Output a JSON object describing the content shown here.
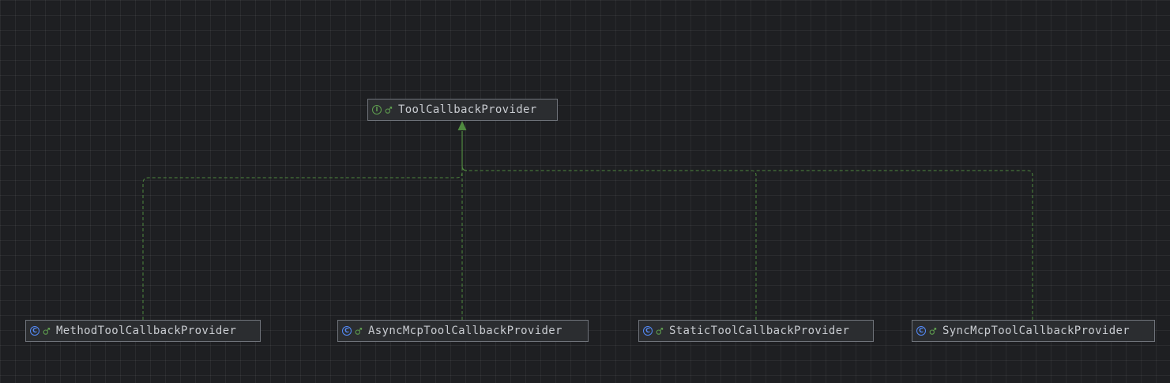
{
  "diagram": {
    "type": "class-hierarchy",
    "colors": {
      "background": "#1e1f22",
      "grid": "#2a2b2e",
      "node_fill": "#2b2d30",
      "node_border": "#6f737a",
      "text": "#c9ccd1",
      "edge": "#4f8a3f",
      "interface_icon": "#5f9e4f",
      "class_icon": "#548af7",
      "visibility_icon": "#5f9e4f"
    },
    "root": {
      "name": "ToolCallbackProvider",
      "kind": "interface",
      "kind_icon": "interface-icon",
      "kind_glyph": "I",
      "visibility_icon": "public-visibility-icon"
    },
    "children": [
      {
        "name": "MethodToolCallbackProvider",
        "kind": "class",
        "kind_icon": "class-icon",
        "kind_glyph": "C",
        "visibility_icon": "public-visibility-icon",
        "relation": "implements"
      },
      {
        "name": "AsyncMcpToolCallbackProvider",
        "kind": "class",
        "kind_icon": "class-icon",
        "kind_glyph": "C",
        "visibility_icon": "public-visibility-icon",
        "relation": "implements"
      },
      {
        "name": "StaticToolCallbackProvider",
        "kind": "class",
        "kind_icon": "class-icon",
        "kind_glyph": "C",
        "visibility_icon": "public-visibility-icon",
        "relation": "implements"
      },
      {
        "name": "SyncMcpToolCallbackProvider",
        "kind": "class",
        "kind_icon": "class-icon",
        "kind_glyph": "C",
        "visibility_icon": "public-visibility-icon",
        "relation": "implements"
      }
    ]
  }
}
